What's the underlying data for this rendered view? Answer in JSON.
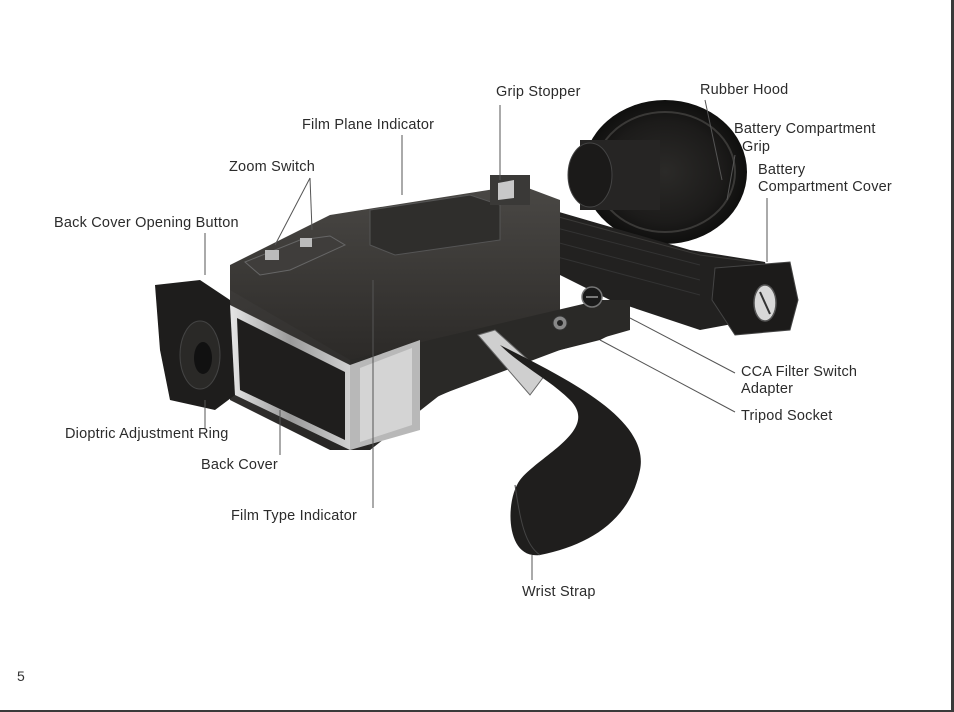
{
  "labels": {
    "grip_stopper": "Grip Stopper",
    "rubber_hood": "Rubber Hood",
    "battery_compartment_grip_line1": "Battery Compartment",
    "battery_compartment_grip_line2": "Grip",
    "battery_compartment_cover_line1": "Battery",
    "battery_compartment_cover_line2": "Compartment Cover",
    "film_plane_indicator": "Film Plane Indicator",
    "zoom_switch": "Zoom Switch",
    "back_cover_opening_button": "Back Cover Opening Button",
    "cca_filter_switch_line1": "CCA Filter Switch",
    "cca_filter_switch_line2": "Adapter",
    "tripod_socket": "Tripod Socket",
    "dioptric_adjustment_ring": "Dioptric Adjustment Ring",
    "back_cover": "Back Cover",
    "film_type_indicator": "Film Type Indicator",
    "wrist_strap": "Wrist Strap"
  },
  "page_number": "5"
}
